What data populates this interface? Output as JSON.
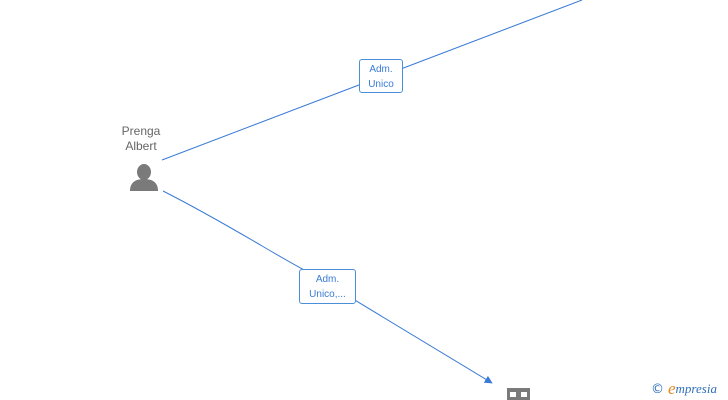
{
  "person": {
    "name_line1": "Prenga",
    "name_line2": "Albert",
    "icon": "person-icon",
    "icon_color": "#7a7a7a"
  },
  "relationships": [
    {
      "line1": "Adm.",
      "line2": "Unico"
    },
    {
      "line1": "Adm.",
      "line2": "Unico,..."
    }
  ],
  "company": {
    "icon": "building-icon",
    "icon_color": "#7a7a7a"
  },
  "colors": {
    "edge": "#3a7bd5",
    "box_border": "#4a8fd8",
    "label_text": "#666666"
  },
  "watermark": {
    "copyright_symbol": "©",
    "brand_initial": "e",
    "brand_rest": "mpresia"
  }
}
